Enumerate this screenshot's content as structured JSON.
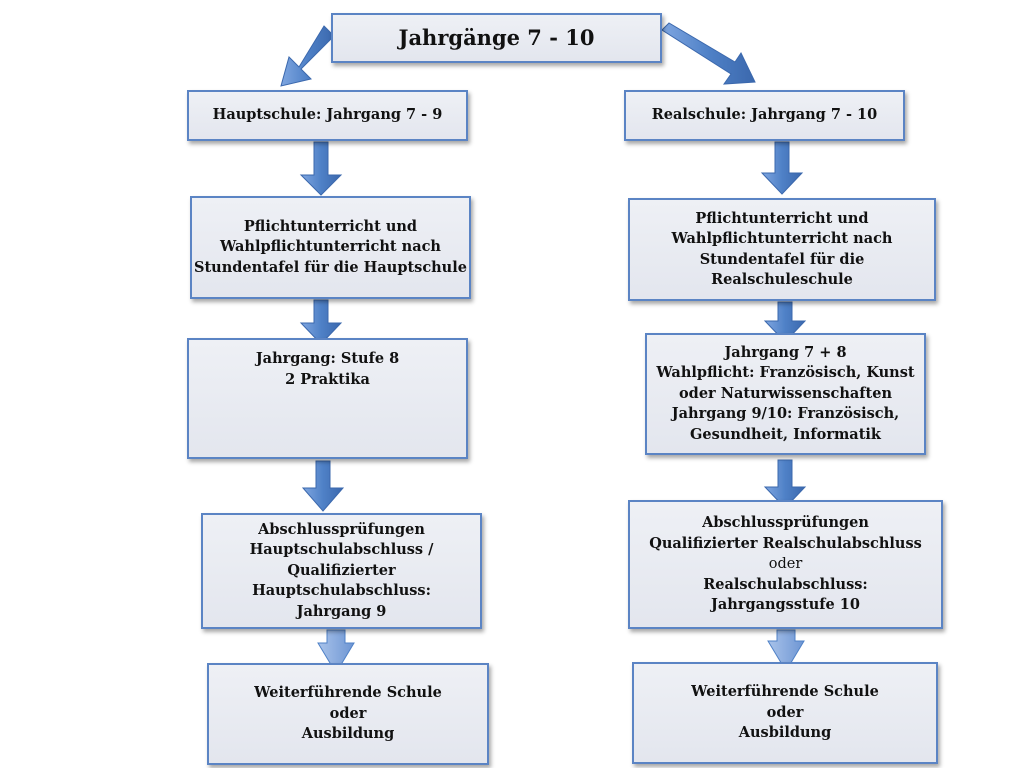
{
  "root": {
    "title": "Jahrgänge 7 - 10"
  },
  "left": {
    "header": "Hauptschule: Jahrgang 7 - 9",
    "lessons": [
      "Pflichtunterricht und",
      "Wahlpflichtunterricht nach",
      "Stundentafel für die Hauptschule"
    ],
    "stage": [
      "Jahrgang: Stufe 8",
      "2 Praktika"
    ],
    "exams": [
      "Abschlussprüfungen",
      "Hauptschulabschluss /",
      "Qualifizierter",
      "Hauptschulabschluss:",
      "Jahrgang 9"
    ],
    "next": [
      "Weiterführende Schule",
      "oder",
      "Ausbildung"
    ]
  },
  "right": {
    "header": "Realschule: Jahrgang 7 - 10",
    "lessons": [
      "Pflichtunterricht und",
      "Wahlpflichtunterricht nach",
      "Stundentafel für die",
      "Realschuleschule"
    ],
    "stage": [
      "Jahrgang 7 + 8",
      "Wahlpflicht: Französisch, Kunst",
      "oder Naturwissenschaften",
      "Jahrgang 9/10: Französisch,",
      "Gesundheit, Informatik"
    ],
    "exams": [
      "Abschlussprüfungen",
      "Qualifizierter Realschulabschluss",
      "oder",
      "Realschulabschluss:",
      "Jahrgangsstufe 10"
    ],
    "next": [
      "Weiterführende Schule",
      "oder",
      "Ausbildung"
    ]
  },
  "colors": {
    "box_border": "#5b84c4",
    "box_fill": "#e8eaf1",
    "arrow": "#4f81c7"
  }
}
